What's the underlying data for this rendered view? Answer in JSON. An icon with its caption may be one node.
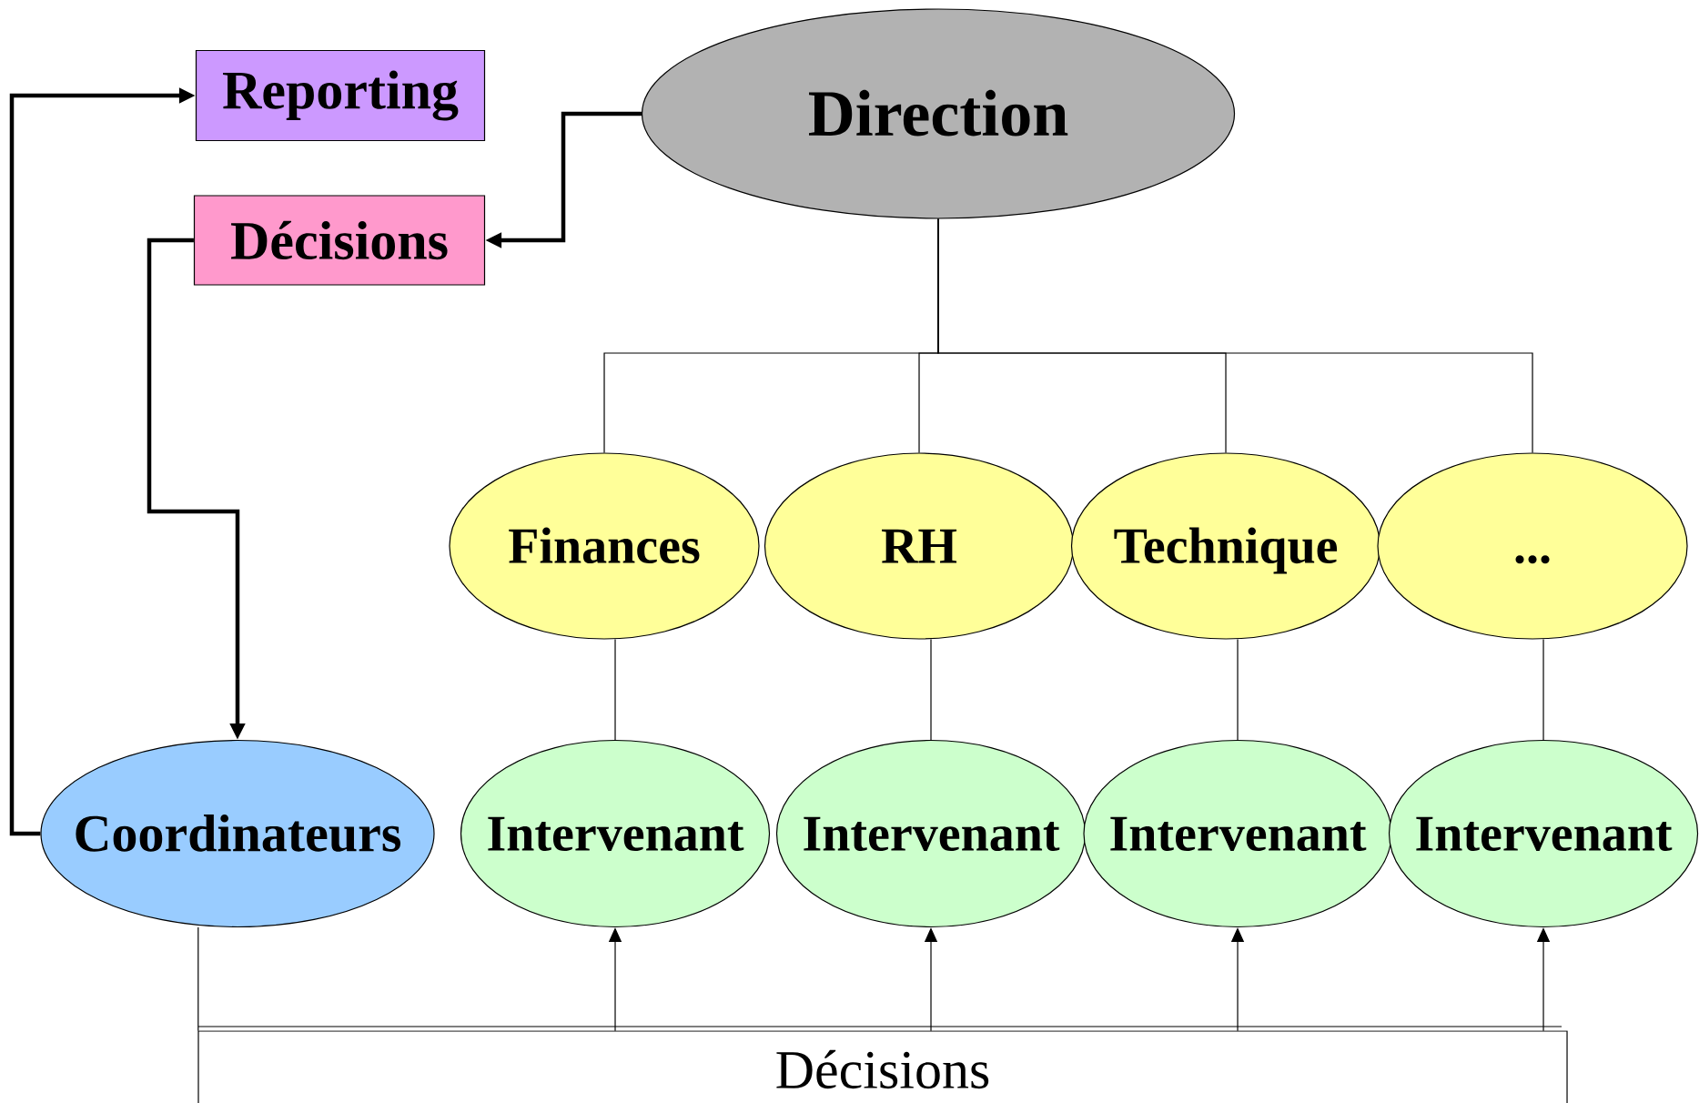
{
  "diagram": {
    "nodes": [
      {
        "text": [
          "Reporting"
        ]
      },
      {
        "text": [
          "Décisions"
        ]
      },
      {
        "text": [
          "Direction"
        ]
      },
      {
        "text": [
          "Finances"
        ]
      },
      {
        "text": [
          "RH"
        ]
      },
      {
        "text": [
          "Technique"
        ]
      },
      {
        "text": [
          "..."
        ]
      },
      {
        "text": [
          "Coordinateurs"
        ]
      },
      {
        "text": [
          "Intervenant"
        ]
      },
      {
        "text": [
          "Intervenant"
        ]
      },
      {
        "text": [
          "Intervenant"
        ]
      },
      {
        "text": [
          "Intervenant"
        ]
      },
      {
        "text": [
          "Décisions"
        ]
      }
    ],
    "edges": [
      {
        "from": 7,
        "to": 0,
        "arrow": "to",
        "style": "thick"
      },
      {
        "from": 2,
        "to": 1,
        "arrow": "to",
        "style": "thick"
      },
      {
        "from": 1,
        "to": 7,
        "arrow": "to",
        "style": "thick"
      },
      {
        "from": 2,
        "to": 3,
        "arrow": "none"
      },
      {
        "from": 2,
        "to": 4,
        "arrow": "none"
      },
      {
        "from": 2,
        "to": 5,
        "arrow": "none"
      },
      {
        "from": 2,
        "to": 6,
        "arrow": "none"
      },
      {
        "from": 3,
        "to": 8,
        "arrow": "none"
      },
      {
        "from": 4,
        "to": 9,
        "arrow": "none"
      },
      {
        "from": 5,
        "to": 10,
        "arrow": "none"
      },
      {
        "from": 6,
        "to": 11,
        "arrow": "none"
      },
      {
        "from": 7,
        "to": 12,
        "arrow": "none"
      },
      {
        "from": 12,
        "to": 8,
        "arrow": "to"
      },
      {
        "from": 12,
        "to": 9,
        "arrow": "to"
      },
      {
        "from": 12,
        "to": 10,
        "arrow": "to"
      },
      {
        "from": 12,
        "to": 11,
        "arrow": "to"
      }
    ]
  }
}
